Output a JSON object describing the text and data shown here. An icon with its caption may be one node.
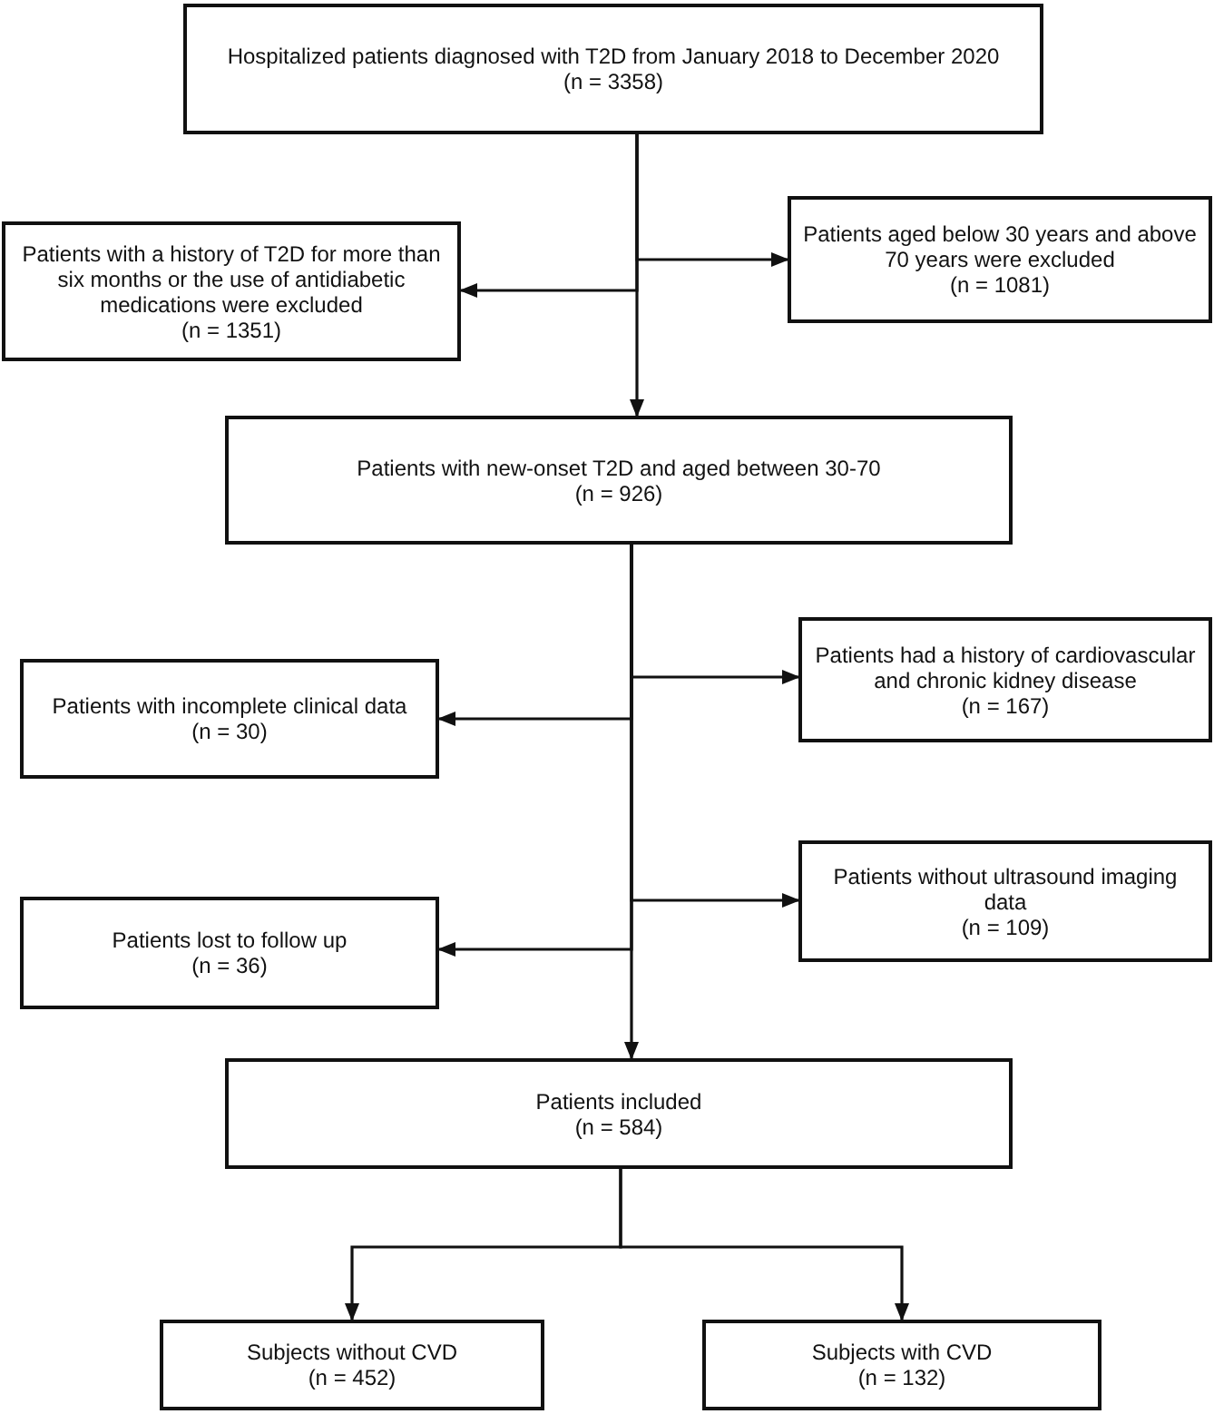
{
  "diagram": {
    "nodes": [
      {
        "text": [
          "Hospitalized patients diagnosed with T2D from January 2018 to December 2020",
          "(n = 3358)"
        ]
      },
      {
        "text": [
          "Patients with a history of T2D for more than six months or the use of antidiabetic medications were excluded",
          "(n = 1351)"
        ]
      },
      {
        "text": [
          "Patients aged below 30 years and above 70 years were excluded",
          "(n = 1081)"
        ]
      },
      {
        "text": [
          "Patients with new-onset T2D and aged between 30-70",
          "(n = 926)"
        ]
      },
      {
        "text": [
          "Patients had a history of cardiovascular and chronic kidney disease",
          "(n = 167)"
        ]
      },
      {
        "text": [
          "Patients with incomplete clinical data",
          "(n = 30)"
        ]
      },
      {
        "text": [
          "Patients without ultrasound imaging data",
          "(n = 109)"
        ]
      },
      {
        "text": [
          "Patients lost to follow up",
          "(n = 36)"
        ]
      },
      {
        "text": [
          "Patients included",
          "(n = 584)"
        ]
      },
      {
        "text": [
          "Subjects without CVD",
          "(n = 452)"
        ]
      },
      {
        "text": [
          "Subjects with CVD",
          "(n = 132)"
        ]
      }
    ],
    "edges": [
      {
        "from": 0,
        "to": 3,
        "arrow": "to"
      },
      {
        "from": 0,
        "to": 2,
        "arrow": "to"
      },
      {
        "from": 0,
        "to": 1,
        "arrow": "to"
      },
      {
        "from": 3,
        "to": 8,
        "arrow": "to"
      },
      {
        "from": 3,
        "to": 4,
        "arrow": "to"
      },
      {
        "from": 3,
        "to": 5,
        "arrow": "to"
      },
      {
        "from": 3,
        "to": 6,
        "arrow": "to"
      },
      {
        "from": 3,
        "to": 7,
        "arrow": "to"
      },
      {
        "from": 8,
        "to": 9,
        "arrow": "to"
      },
      {
        "from": 8,
        "to": 10,
        "arrow": "to"
      }
    ]
  }
}
